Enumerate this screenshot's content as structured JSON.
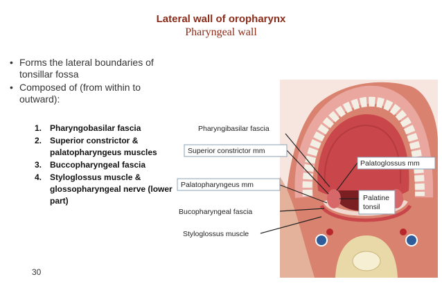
{
  "header": {
    "title": "Lateral wall of oropharynx",
    "subtitle": "Pharyngeal wall"
  },
  "bullets": [
    "Forms the lateral boundaries of tonsillar fossa",
    "Composed of (from within to outward):"
  ],
  "layers": [
    {
      "num": "1.",
      "text": "Pharyngobasilar fascia"
    },
    {
      "num": "2.",
      "text": "Superior constrictor & palatopharyngeus muscles"
    },
    {
      "num": "3.",
      "text": "Buccopharyngeal fascia"
    },
    {
      "num": "4.",
      "text": "Styloglossus muscle & glossopharyngeal nerve (lower part)"
    }
  ],
  "figure_labels": {
    "pharyngobasilar": "Pharyngibasilar fascia",
    "superior_constrictor": "Superior constrictor mm",
    "palatoglossus": "Palatoglossus mm",
    "palatopharyngeus": "Palatopharyngeus mm",
    "palatine_tonsil_line1": "Palatine",
    "palatine_tonsil_line2": "tonsil",
    "bucopharyngeal": "Bucopharyngeal fascia",
    "styloglossus": "Styloglossus muscle"
  },
  "page_number": "30",
  "colors": {
    "title": "#8b2c1a",
    "tissue_red": "#c9474a",
    "tissue_pink": "#e8a9a0",
    "tooth": "#f3efe4",
    "bone": "#e9d9a8"
  }
}
